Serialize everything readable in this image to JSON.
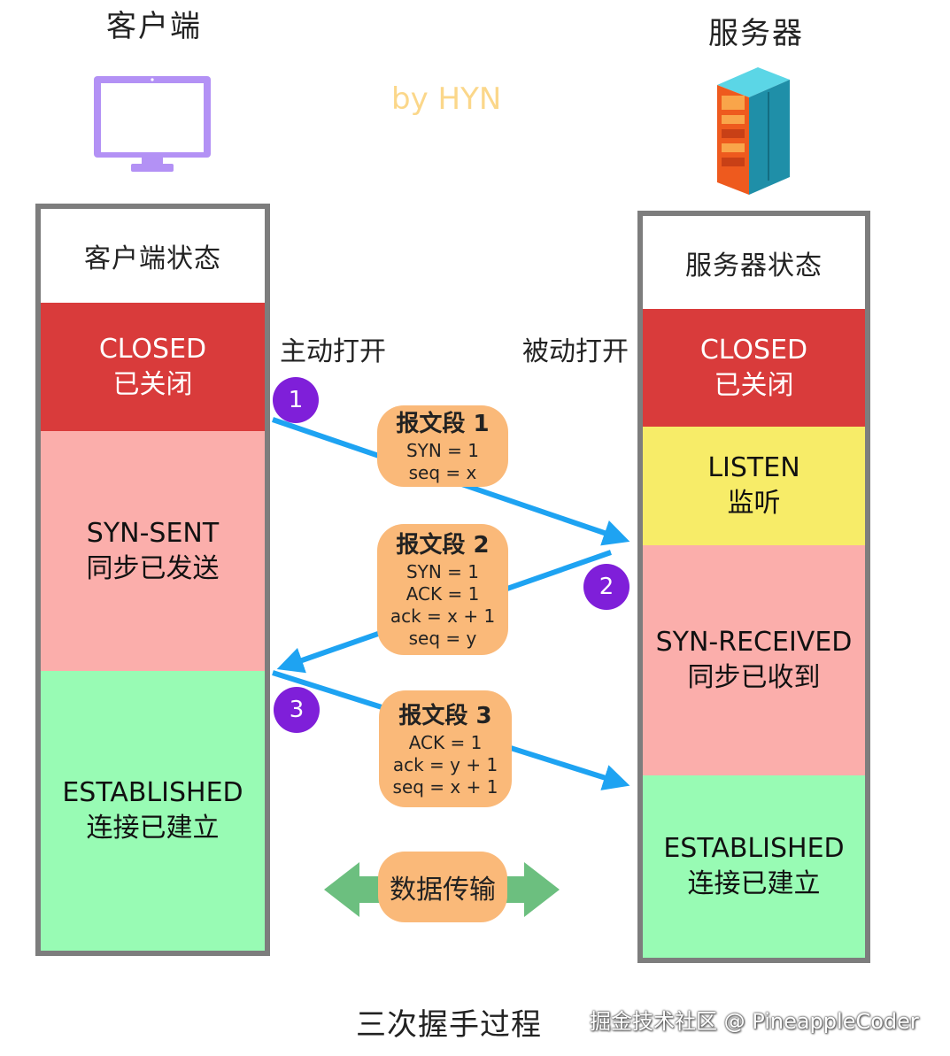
{
  "client": {
    "header": "客户端",
    "icon": "monitor-icon",
    "title": "客户端状态",
    "states": [
      {
        "en": "CLOSED",
        "zh": "已关闭"
      },
      {
        "en": "SYN-SENT",
        "zh": "同步已发送"
      },
      {
        "en": "ESTABLISHED",
        "zh": "连接已建立"
      }
    ]
  },
  "server": {
    "header": "服务器",
    "icon": "server-rack-icon",
    "title": "服务器状态",
    "states": [
      {
        "en": "CLOSED",
        "zh": "已关闭"
      },
      {
        "en": "LISTEN",
        "zh": "监听"
      },
      {
        "en": "SYN-RECEIVED",
        "zh": "同步已收到"
      },
      {
        "en": "ESTABLISHED",
        "zh": "连接已建立"
      }
    ]
  },
  "credit": "by HYN",
  "active_open": "主动打开",
  "passive_open": "被动打开",
  "badges": [
    "1",
    "2",
    "3"
  ],
  "segments": [
    {
      "title": "报文段 1",
      "lines": [
        "SYN = 1",
        "seq = x"
      ]
    },
    {
      "title": "报文段 2",
      "lines": [
        "SYN = 1",
        "ACK = 1",
        "ack = x + 1",
        "seq = y"
      ]
    },
    {
      "title": "报文段 3",
      "lines": [
        "ACK = 1",
        "ack = y + 1",
        "seq = x + 1"
      ]
    }
  ],
  "data_transfer": "数据传输",
  "caption": "三次握手过程",
  "watermark": "掘金技术社区 @ PineappleCoder",
  "colors": {
    "closed": "#d93b3b",
    "syn": "#fbaeab",
    "listen": "#f7ec68",
    "established": "#98fbb4",
    "arrow": "#1ea3f2",
    "badge": "#7f1fd9",
    "segment": "#fab979",
    "data_arrow": "#6cbf7f"
  }
}
